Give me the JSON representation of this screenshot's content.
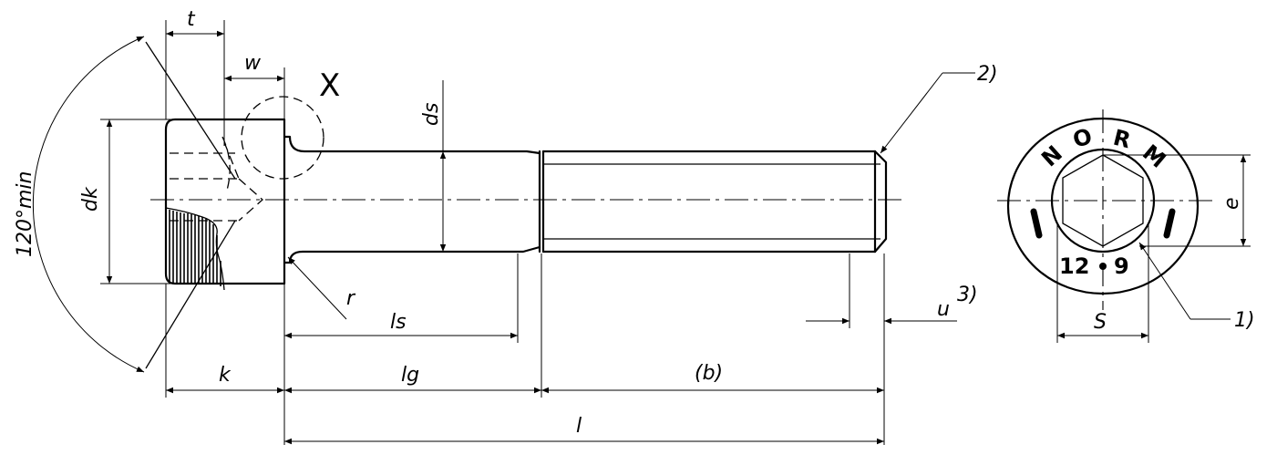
{
  "drawing": {
    "detail_label": "X",
    "dims": {
      "t": "t",
      "w": "w",
      "dk": "dk",
      "ds": "ds",
      "k": "k",
      "lg": "lg",
      "ls": "ls",
      "b": "(b)",
      "l": "l",
      "u": "u",
      "r": "r",
      "angle": "120°min",
      "e": "e",
      "s": "S"
    },
    "notes": [
      "1)",
      "2)",
      "3)"
    ],
    "head_marking": {
      "brand_letters": [
        "N",
        "O",
        "R",
        "M"
      ],
      "grade_left": "12",
      "grade_right": "9"
    }
  }
}
